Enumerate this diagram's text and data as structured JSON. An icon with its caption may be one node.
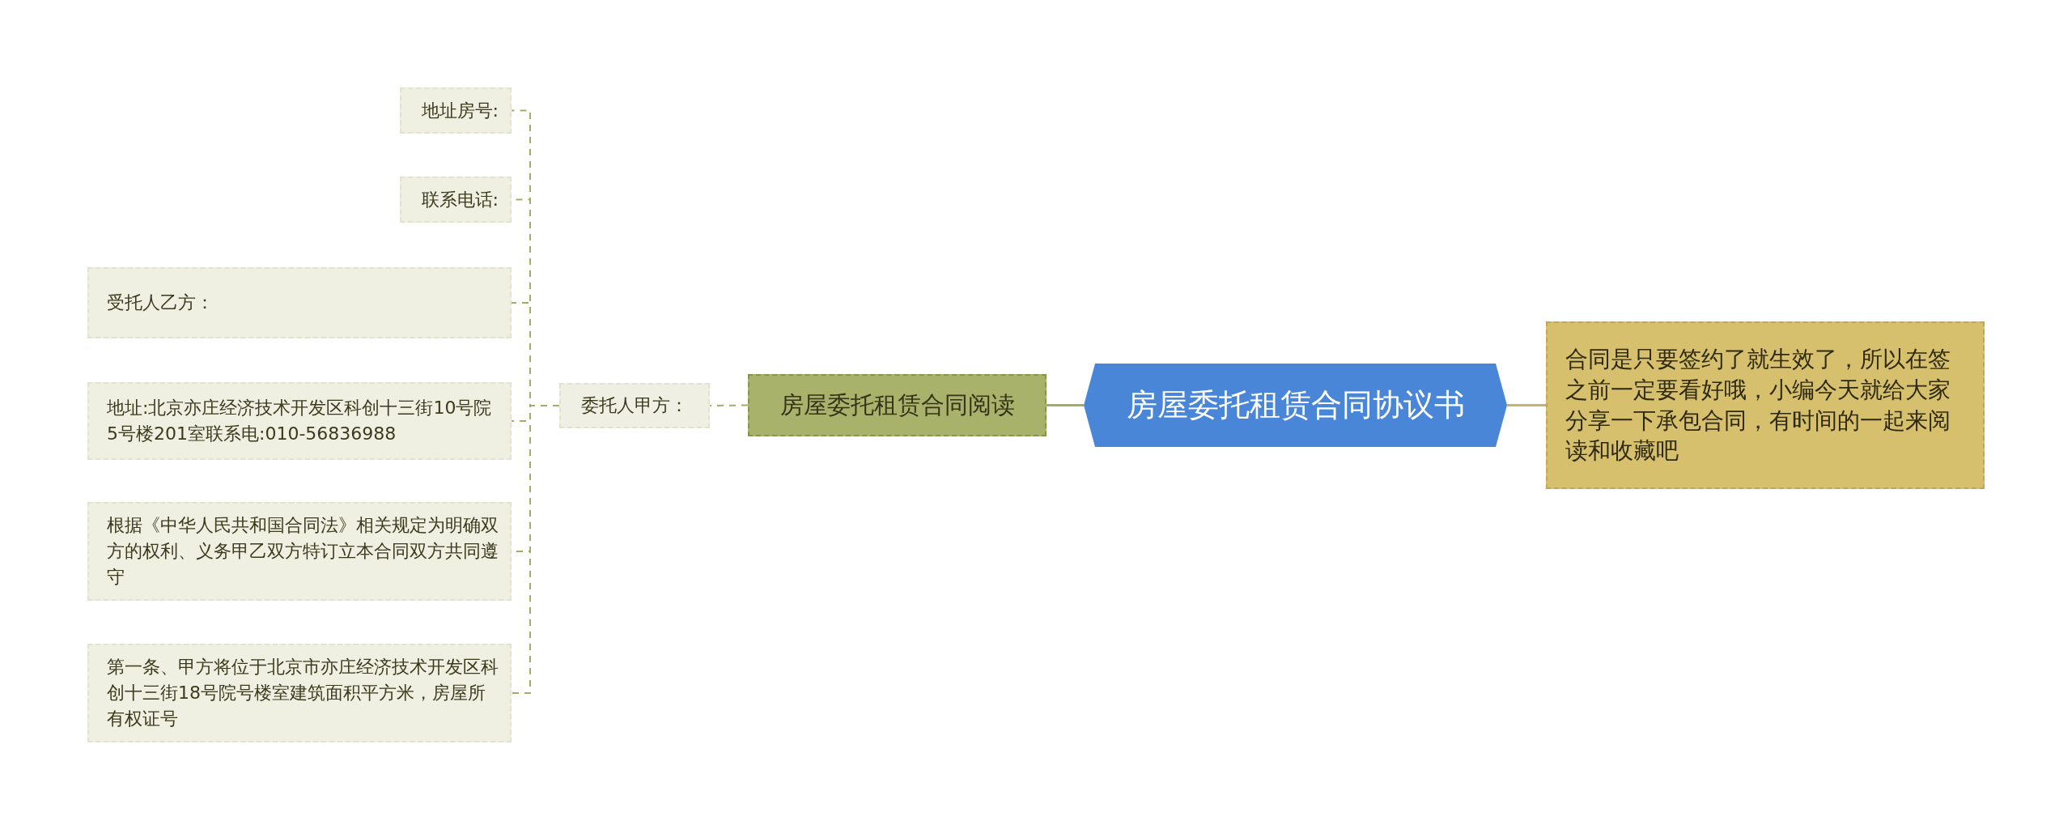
{
  "diagram": {
    "nodes": [
      {
        "text": [
          "房屋委托租赁合同协议书"
        ]
      },
      {
        "text": [
          "房屋委托租赁合同阅读"
        ]
      },
      {
        "text": [
          "委托人甲方："
        ]
      },
      {
        "text": [
          "地址房号:"
        ]
      },
      {
        "text": [
          "联系电话:"
        ]
      },
      {
        "text": [
          "受托人乙方："
        ]
      },
      {
        "text": [
          "地址:北京亦庄经济技术开发区科创十三街10号院5号楼201室联系电:010-56836988"
        ]
      },
      {
        "text": [
          "根据《中华人民共和国合同法》相关规定为明确双方的权利、义务甲乙双方特订立本合同双方共同遵守"
        ]
      },
      {
        "text": [
          "第一条、甲方将位于北京市亦庄经济技术开发区科创十三街18号院号楼室建筑面积平方米，房屋所有权证号"
        ]
      },
      {
        "text": [
          "合同是只要签约了就生效了，所以在签之前一定要看好哦，小编今天就给大家分享一下承包合同，有时间的一起来阅读和收藏吧"
        ]
      }
    ],
    "edges": [
      {
        "from": 0,
        "to": 1,
        "arrow": "none"
      },
      {
        "from": 1,
        "to": 2,
        "arrow": "none",
        "style": "dashed"
      },
      {
        "from": 2,
        "to": 3,
        "arrow": "none",
        "style": "dashed"
      },
      {
        "from": 2,
        "to": 4,
        "arrow": "none",
        "style": "dashed"
      },
      {
        "from": 2,
        "to": 5,
        "arrow": "none",
        "style": "dashed"
      },
      {
        "from": 2,
        "to": 6,
        "arrow": "none",
        "style": "dashed"
      },
      {
        "from": 2,
        "to": 7,
        "arrow": "none",
        "style": "dashed"
      },
      {
        "from": 2,
        "to": 8,
        "arrow": "none",
        "style": "dashed"
      },
      {
        "from": 0,
        "to": 9,
        "arrow": "none",
        "color": "#c9b26a"
      }
    ]
  }
}
